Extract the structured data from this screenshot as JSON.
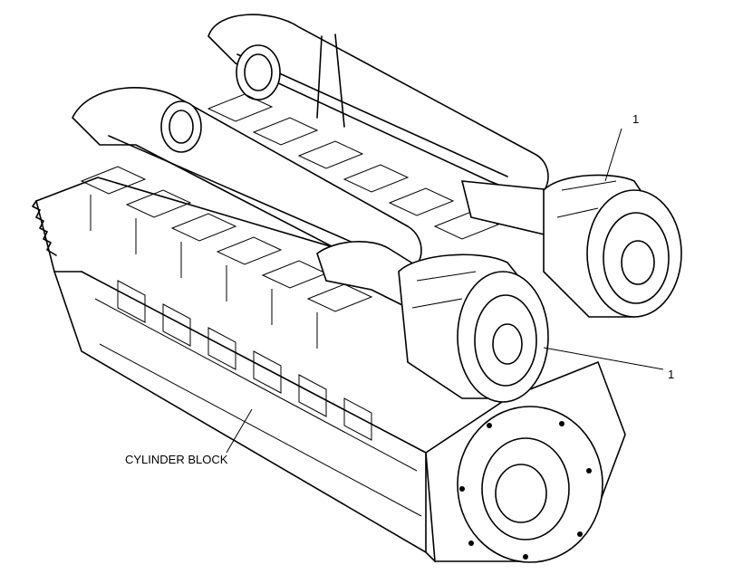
{
  "figure": {
    "labels": {
      "cylinder_block": "CYLINDER BLOCK",
      "callout_upper": "1",
      "callout_lower": "1"
    }
  }
}
